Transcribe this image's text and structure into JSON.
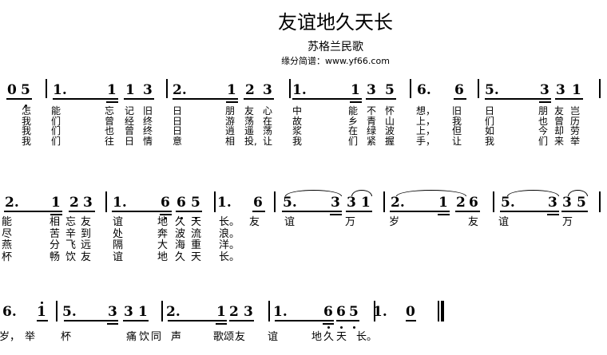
{
  "header": {
    "title": "友谊地久天长",
    "subtitle": "苏格兰民歌",
    "source": "缘分简谱：www.yf66.com"
  },
  "rows": [
    {
      "notes": [
        {
          "t": "0"
        },
        {
          "t": "5",
          "oct": -1
        },
        {
          "t": "1."
        },
        {
          "t": "1"
        },
        {
          "t": "1"
        },
        {
          "t": "3"
        },
        {
          "t": "2."
        },
        {
          "t": "1"
        },
        {
          "t": "2"
        },
        {
          "t": "3"
        },
        {
          "t": "1."
        },
        {
          "t": "1"
        },
        {
          "t": "3"
        },
        {
          "t": "5"
        },
        {
          "t": "6."
        },
        {
          "t": "6"
        },
        {
          "t": "5."
        },
        {
          "t": "3"
        },
        {
          "t": "3"
        },
        {
          "t": "1"
        }
      ],
      "lyrics": [
        [
          "怎",
          "我",
          "我",
          "我"
        ],
        [
          "能",
          "们",
          "们",
          "们"
        ],
        [
          "忘",
          "曾",
          "也",
          "往"
        ],
        [
          "记",
          "经",
          "曾",
          "日"
        ],
        [
          "旧",
          "终",
          "终",
          "情"
        ],
        [
          "日",
          "日",
          "日",
          "意"
        ],
        [
          "朋",
          "游",
          "逍",
          "相"
        ],
        [
          "友",
          "荡",
          "遥",
          "投,"
        ],
        [
          "心",
          "在",
          "荡",
          "让"
        ],
        [
          "中",
          "故",
          "浆",
          "我"
        ],
        [
          "能",
          "乡",
          "在",
          "们"
        ],
        [
          "不",
          "青",
          "绿",
          "紧"
        ],
        [
          "怀",
          "山",
          "波",
          "握"
        ],
        [
          "想，",
          "上，",
          "上，",
          "手，"
        ],
        [
          "旧",
          "我",
          "但",
          "让"
        ],
        [
          "日",
          "们",
          "如",
          "我"
        ],
        [
          "朋",
          "也",
          "今",
          "们"
        ],
        [
          "友",
          "曾",
          "却",
          "来"
        ],
        [
          "岂",
          "历",
          "劳",
          "举"
        ]
      ]
    },
    {
      "notes": [
        {
          "t": "2."
        },
        {
          "t": "1"
        },
        {
          "t": "2"
        },
        {
          "t": "3"
        },
        {
          "t": "1."
        },
        {
          "t": "6",
          "oct": -1
        },
        {
          "t": "6",
          "oct": -1
        },
        {
          "t": "5",
          "oct": -1
        },
        {
          "t": "1."
        },
        {
          "t": "6"
        },
        {
          "t": "5."
        },
        {
          "t": "3"
        },
        {
          "t": "3"
        },
        {
          "t": "1"
        },
        {
          "t": "2."
        },
        {
          "t": "1"
        },
        {
          "t": "2"
        },
        {
          "t": "6"
        },
        {
          "t": "5."
        },
        {
          "t": "3"
        },
        {
          "t": "3"
        },
        {
          "t": "5"
        }
      ],
      "lyrics": [
        [
          "能",
          "尽",
          "燕",
          "杯"
        ],
        [
          "相",
          "苦",
          "分",
          "畅"
        ],
        [
          "忘",
          "辛",
          "飞",
          "饮"
        ],
        [
          "友",
          "到",
          "远",
          "友"
        ],
        [
          "谊",
          "处",
          "隔",
          "谊"
        ],
        [
          "地",
          "奔",
          "大",
          "地"
        ],
        [
          "久",
          "波",
          "海",
          "久"
        ],
        [
          "天",
          "流",
          "重",
          "天"
        ],
        [
          "长。",
          "浪。",
          "洋。",
          "长。"
        ],
        [
          "友"
        ],
        [
          "谊"
        ],
        [
          "万"
        ],
        [
          "岁"
        ],
        [
          "友"
        ],
        [
          "谊"
        ],
        [
          "万"
        ]
      ]
    },
    {
      "notes": [
        {
          "t": "6."
        },
        {
          "t": "1",
          "oct": 1
        },
        {
          "t": "5."
        },
        {
          "t": "3"
        },
        {
          "t": "3"
        },
        {
          "t": "1"
        },
        {
          "t": "2."
        },
        {
          "t": "1"
        },
        {
          "t": "2"
        },
        {
          "t": "3"
        },
        {
          "t": "1."
        },
        {
          "t": "6",
          "oct": -1
        },
        {
          "t": "6",
          "oct": -1
        },
        {
          "t": "5",
          "oct": -1
        },
        {
          "t": "1."
        },
        {
          "t": "0"
        }
      ],
      "lyrics": [
        [
          "岁，"
        ],
        [
          "举"
        ],
        [
          "杯"
        ],
        [
          "痛"
        ],
        [
          "饮"
        ],
        [
          "同"
        ],
        [
          "声"
        ],
        [
          "歌"
        ],
        [
          "颂"
        ],
        [
          "友"
        ],
        [
          "谊"
        ],
        [
          "地"
        ],
        [
          "久"
        ],
        [
          "天"
        ],
        [
          "长。"
        ]
      ]
    }
  ]
}
